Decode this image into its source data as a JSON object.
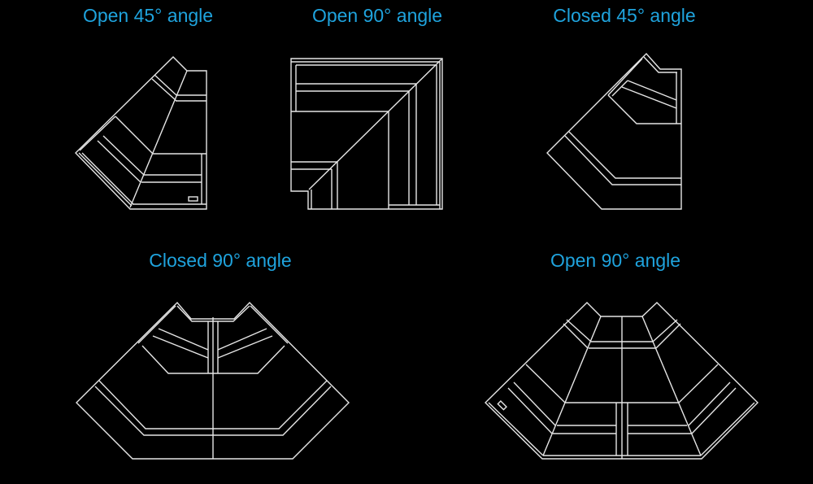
{
  "diagrams": [
    {
      "title": "Open 45° angle"
    },
    {
      "title": "Open 90° angle"
    },
    {
      "title": "Closed 45° angle"
    },
    {
      "title": "Closed 90° angle"
    },
    {
      "title": "Open 90° angle"
    }
  ],
  "colors": {
    "title": "#1fa3dd",
    "lines": "#e6e6e6",
    "background": "#000000"
  }
}
